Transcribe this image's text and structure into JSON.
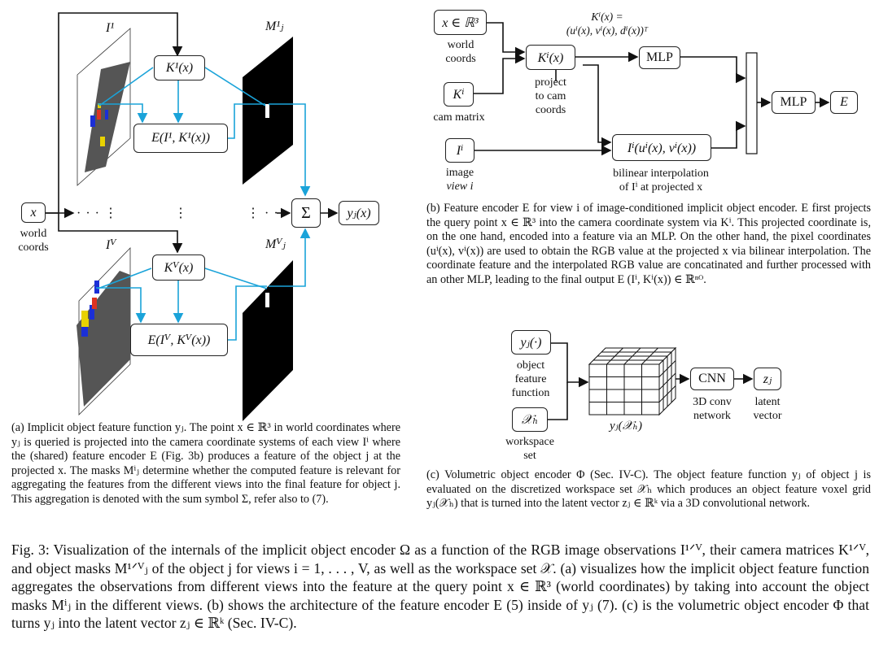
{
  "panel_a": {
    "view1_label": "I¹",
    "mask1_label": "M¹ⱼ",
    "viewV_label": "Iⱽ",
    "maskV_label": "Mⱽⱼ",
    "k1_box": "K¹(x)",
    "e1_box": "E(I¹, K¹(x))",
    "kV_box": "Kⱽ(x)",
    "eV_box": "E(Iⱽ, Kⱽ(x))",
    "x_box": "x",
    "x_caption_1": "world",
    "x_caption_2": "coords",
    "sum_box": "Σ",
    "out_box": "yⱼ(x)",
    "dots_left": "· · · ⋮",
    "dots_mid": "⋮",
    "dots_right": "⋮ · · ·",
    "caption": "(a) Implicit object feature function yⱼ. The point x ∈ ℝ³ in world coordinates where yⱼ is queried is projected into the camera coordinate systems of each view Iⁱ where the (shared) feature encoder E (Fig. 3b) produces a feature of the object j at the projected x. The masks Mⁱⱼ determine whether the computed feature is relevant for aggregating the features from the different views into the final feature for object j. This aggregation is denoted with the sum symbol Σ, refer also to (7)."
  },
  "panel_b": {
    "x_box": "x ∈ ℝ³",
    "x_caption": [
      "world",
      "coords"
    ],
    "k_box": "Kⁱ",
    "k_caption": "cam matrix",
    "i_box": "Iⁱ",
    "i_caption": [
      "image",
      "view i"
    ],
    "proj_box": "Kⁱ(x)",
    "proj_caption": [
      "project",
      "to cam",
      "coords"
    ],
    "kx_formula_1": "Kⁱ(x) =",
    "kx_formula_2": "(uⁱ(x), vⁱ(x), dⁱ(x))ᵀ",
    "mlp1_box": "MLP",
    "interp_box": "Iⁱ(uⁱ(x), vⁱ(x))",
    "interp_caption": [
      "bilinear interpolation",
      "of Iⁱ at projected x"
    ],
    "mlp2_box": "MLP",
    "out_box": "E",
    "caption": "(b) Feature encoder E for view i of image-conditioned implicit object encoder. E first projects the query point x ∈ ℝ³ into the camera coordinate system via Kⁱ. This projected coordinate is, on the one hand, encoded into a feature via an MLP. On the other hand, the pixel coordinates (uⁱ(x), vⁱ(x)) are used to obtain the RGB value at the projected x via bilinear interpolation. The coordinate feature and the interpolated RGB value are concatinated and further processed with an other MLP, leading to the final output E (Iⁱ, Kⁱ(x)) ∈ ℝⁿᴼ."
  },
  "panel_c": {
    "y_box": "yⱼ(·)",
    "y_caption": [
      "object",
      "feature",
      "function"
    ],
    "x_box": "𝒳ₕ",
    "x_caption": [
      "workspace",
      "set"
    ],
    "grid_label": "yⱼ(𝒳ₕ)",
    "cnn_box": "CNN",
    "cnn_caption": [
      "3D conv",
      "network"
    ],
    "z_box": "zⱼ",
    "z_caption": [
      "latent",
      "vector"
    ],
    "caption": "(c) Volumetric object encoder Φ (Sec. IV-C). The object feature function yⱼ of object j is evaluated on the discretized workspace set 𝒳ₕ which produces an object feature voxel grid yⱼ(𝒳ₕ) that is turned into the latent vector zⱼ ∈ ℝᵏ via a 3D convolutional network."
  },
  "figure_caption": "Fig. 3: Visualization of the internals of the implicit object encoder Ω as a function of the RGB image observations I¹ᐟⱽ, their camera matrices K¹ᐟⱽ, and object masks M¹ᐟⱽⱼ of the object j for views i = 1, . . . , V, as well as the workspace set 𝒳. (a) visualizes how the implicit object feature function aggregates the observations from different views into the feature at the query point x ∈ ℝ³ (world coordinates) by taking into account the object masks Mⁱⱼ in the different views. (b) shows the architecture of the feature encoder E (5) inside of yⱼ (7). (c) is the volumetric object encoder Φ that turns yⱼ into the latent vector zⱼ ∈ ℝᵏ (Sec. IV-C).",
  "colors": {
    "arrow_blue": "#1aa3d9",
    "ink": "#111111",
    "mask": "#000000",
    "view_plane": "#555555"
  }
}
